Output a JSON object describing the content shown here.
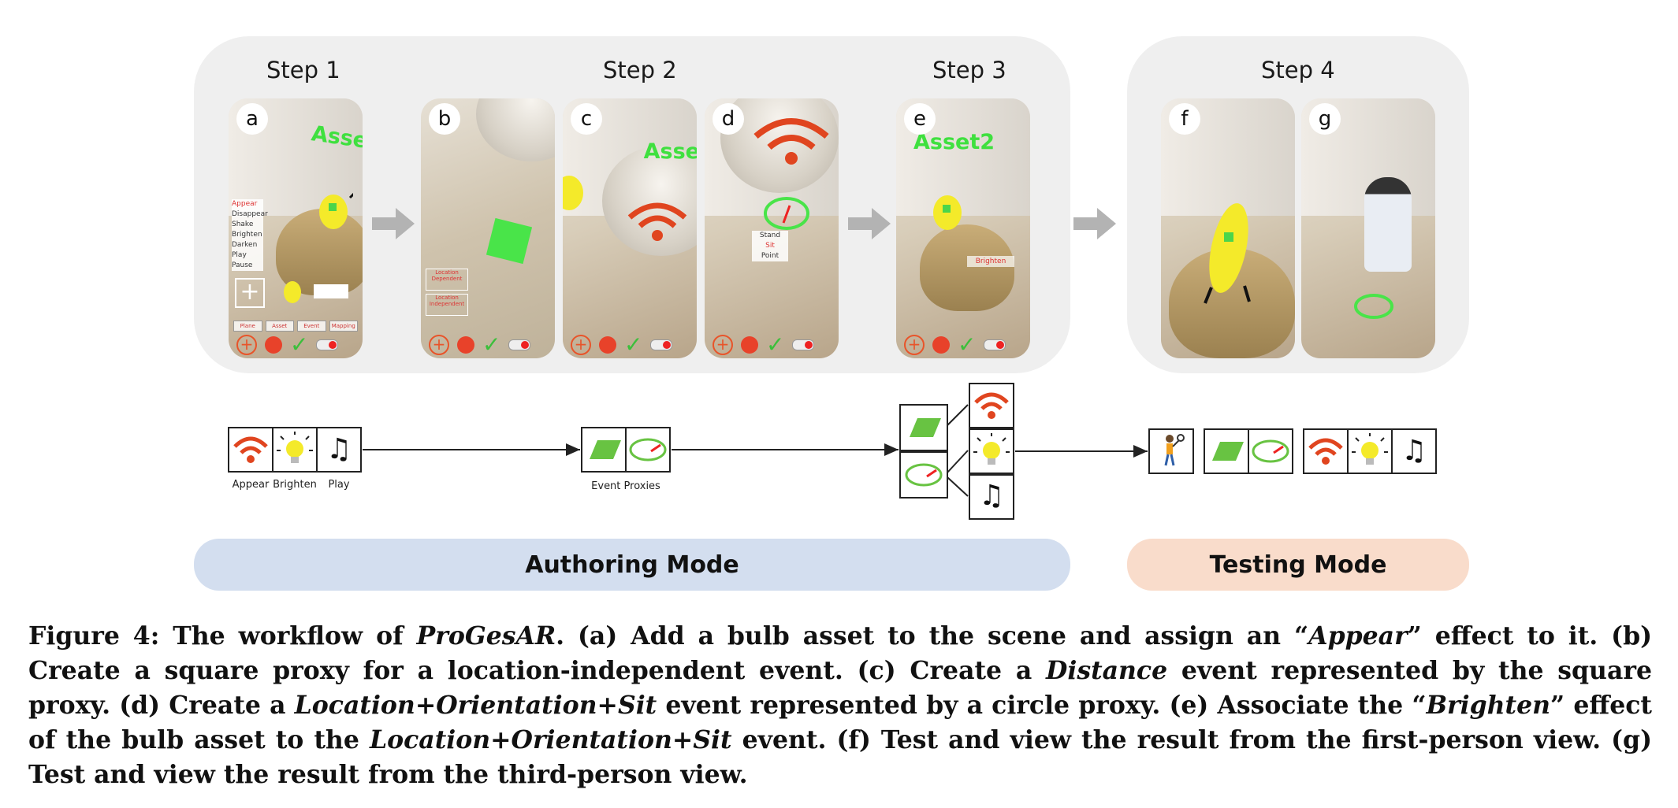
{
  "steps": {
    "step1": "Step 1",
    "step2": "Step 2",
    "step3": "Step 3",
    "step4": "Step 4"
  },
  "panel_letters": [
    "a",
    "b",
    "c",
    "d",
    "e",
    "f",
    "g"
  ],
  "screens": {
    "a_asset_text": "Asse",
    "a_menu": [
      "Appear",
      "Disappear",
      "Shake",
      "Brighten",
      "Darken",
      "Play",
      "Pause"
    ],
    "c_asset_text": "Asse",
    "d_menu": [
      "Stand",
      "Sit",
      "Point"
    ],
    "e_asset_text": "Asset2",
    "e_brighten": "Brighten",
    "b_labels": [
      "Location Dependent",
      "Location Independent"
    ],
    "tabs": [
      "Plane",
      "Asset",
      "Event",
      "Mapping"
    ]
  },
  "diagram": {
    "appear_label": "Appear",
    "brighten_label": "Brighten",
    "play_label": "Play",
    "event_proxies_label": "Event Proxies"
  },
  "modes": {
    "authoring": "Authoring Mode",
    "testing": "Testing Mode"
  },
  "colors": {
    "authoring_bg": "#d3deef",
    "testing_bg": "#f9dccb",
    "panel_bg": "#efefef",
    "wifi": "#e0451f",
    "green": "#5fcf3d"
  },
  "caption": {
    "label": "Figure 4: The workflow of ",
    "system": "ProGesAR",
    "part1": ". (a) Add a bulb asset to the scene and assign an “",
    "appear": "Appear",
    "part2": "” effect to it. (b) Create a square proxy for a location-independent event. (c) Create a ",
    "distance": "Distance",
    "part3": " event represented by the square proxy. (d) Create a ",
    "loc_event": "Location+Orientation+Sit",
    "part4": " event represented by a circle proxy. (e) Associate the “",
    "brighten": "Brighten",
    "part5": "” effect of the bulb asset to the ",
    "loc_event2": "Location+Orientation+Sit",
    "part6": " event. (f) Test and view the result from the first-person view. (g) Test and view the result from the third-person view."
  }
}
